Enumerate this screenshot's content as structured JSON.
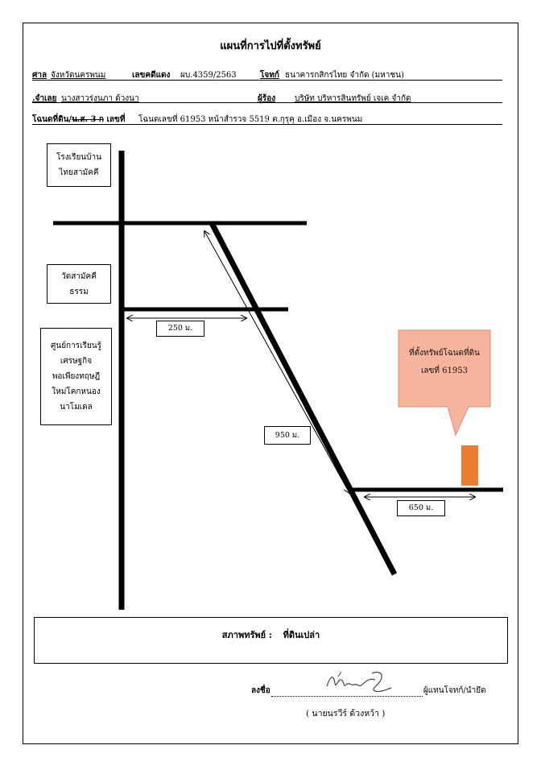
{
  "title": "แผนที่การไปที่ตั้งทรัพย์",
  "header": {
    "court_label": "ศาล",
    "court_value": "จังหวัดนครพนม",
    "case_label": "เลขคดีแดง",
    "case_value": "ผบ.4359/2563",
    "plaintiff_label": "โจทก์",
    "plaintiff_value": "ธนาคารกสิกรไทย จำกัด (มหาชน)",
    "defendant_label": ".จำเลย",
    "defendant_value": "นางสาวรุ่งนภา ด้วงนา",
    "petitioner_label": "ผู้ร้อง",
    "petitioner_value": "บริษัท บริหารสินทรัพย์ เจเค จำกัด",
    "deed_label_prefix": "โฉนดที่ดิน/",
    "deed_label_struck": "น.ส. 3 ก",
    "deed_label_suffix": " เลขที่",
    "deed_value": "โฉนดเลขที่ 61953 หน้าสำรวจ 5519 ต.กุรุคุ อ.เมือง จ.นครพนม"
  },
  "landmarks": {
    "school": "โรงเรียนบ้าน ไทยสามัคคี",
    "temple": "วัดสามัคคี ธรรม",
    "center": "ศูนย์การเรียนรู้ เศรษฐกิจ พอเพียงทฤษฎี ใหม่โคกหนอง นาโมเดล"
  },
  "distances": {
    "d1": "250 ม.",
    "d2": "950 ม.",
    "d3": "650 ม."
  },
  "callout": {
    "line1": "ที่ตั้งทรัพย์โฉนดที่ดิน",
    "line2": "เลขที่ 61953"
  },
  "colors": {
    "callout_fill": "#F5B49B",
    "callout_border": "#E48A6B",
    "marker_fill": "#ED7D31"
  },
  "status": {
    "label": "สภาพทรัพย์ :",
    "value": "ที่ดินเปล่า"
  },
  "signature": {
    "sign_label": "ลงชื่อ",
    "role": "ผู้แทนโจทก์/นำยึด",
    "name": "( นายนรวีร์ ด้วงหว้า )"
  }
}
